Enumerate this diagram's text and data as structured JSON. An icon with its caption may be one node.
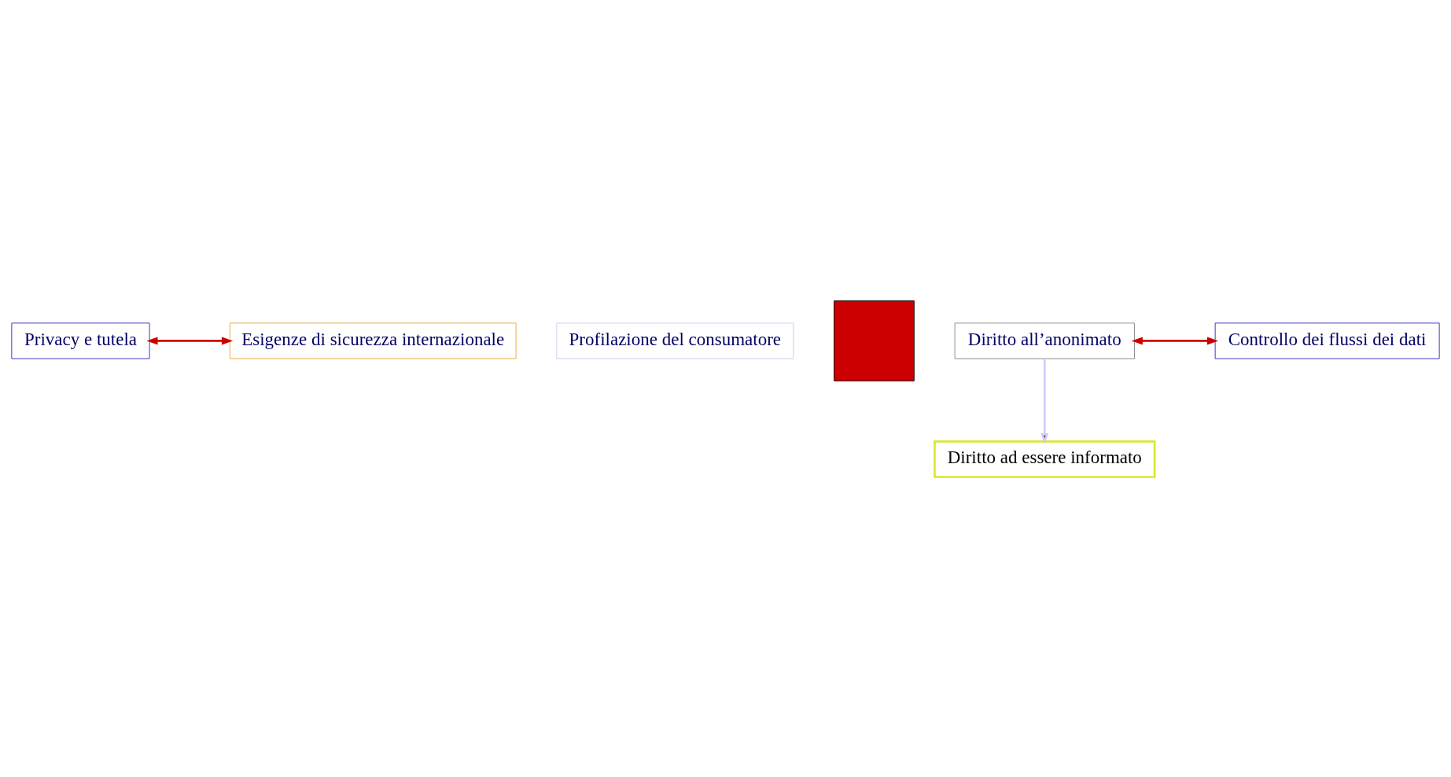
{
  "diagram": {
    "nodes": [
      {
        "text": [
          "Privacy e tutela"
        ]
      },
      {
        "text": [
          "Esigenze di sicurezza internazionale"
        ]
      },
      {
        "text": [
          "Profilazione del consumatore"
        ]
      },
      {
        "text": [],
        "shape": "cross"
      },
      {
        "text": [
          "Diritto all’anonimato"
        ]
      },
      {
        "text": [
          "Controllo dei flussi dei dati"
        ]
      },
      {
        "text": [
          "Diritto ad essere informato"
        ]
      }
    ],
    "edges": [
      {
        "from": 0,
        "to": 1,
        "arrow": "both"
      },
      {
        "from": 4,
        "to": 5,
        "arrow": "both"
      },
      {
        "from": 4,
        "to": 6,
        "arrow": "to",
        "color": "#ccccff"
      }
    ]
  }
}
